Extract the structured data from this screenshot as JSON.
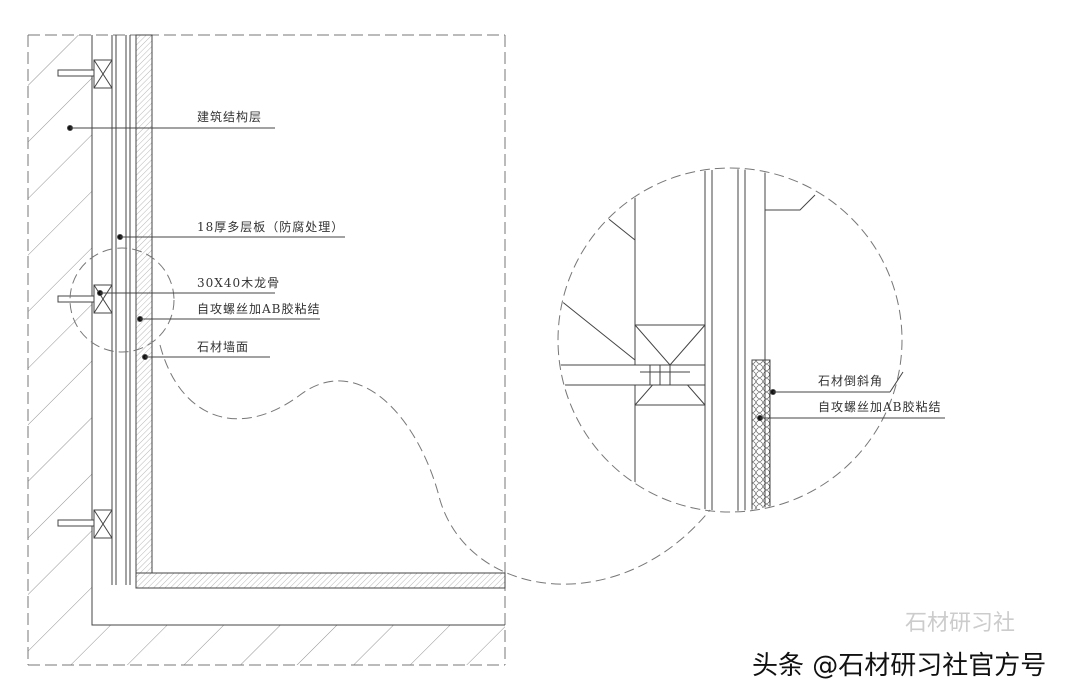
{
  "labels": {
    "structure": "建筑结构层",
    "plywood": "18厚多层板（防腐处理）",
    "keel": "30X40木龙骨",
    "screw": "自攻螺丝加AB胶粘结",
    "stone_face": "石材墙面"
  },
  "detail_labels": {
    "chamfer": "石材倒斜角",
    "screw": "自攻螺丝加AB胶粘结"
  },
  "watermark": {
    "main": "头条 @石材研习社官方号",
    "faint": "石材研习社"
  }
}
